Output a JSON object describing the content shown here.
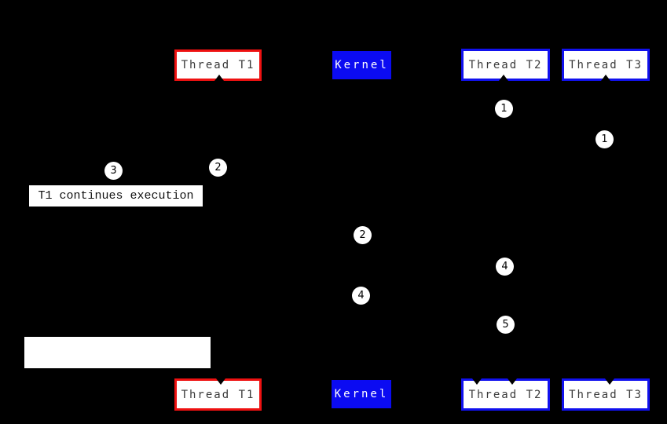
{
  "diagram": {
    "title": "thread signal delivery sequence diagram",
    "colors": {
      "background": "#000000",
      "t1_border": "#ee1111",
      "kernel_fill": "#0b0bf2",
      "thread_border": "#1111ee",
      "box_text": "#3a3a3a",
      "kernel_text": "#ffffff"
    },
    "boxes": {
      "top": {
        "t1": "Thread T1",
        "kernel": "Kernel",
        "t2": "Thread T2",
        "t3": "Thread T3"
      },
      "bottom": {
        "t1": "Thread T1",
        "kernel": "Kernel",
        "t2": "Thread T2",
        "t3": "Thread T3"
      }
    },
    "markers": {
      "m1_t2": "1",
      "m1_t3": "1",
      "m2_t1": "2",
      "m3_t1": "3",
      "m2_kernel": "2",
      "m4_t2": "4",
      "m4_kernel": "4",
      "m5_t2": "5"
    },
    "annotation": {
      "t1_continues": "T1 continues execution"
    }
  }
}
